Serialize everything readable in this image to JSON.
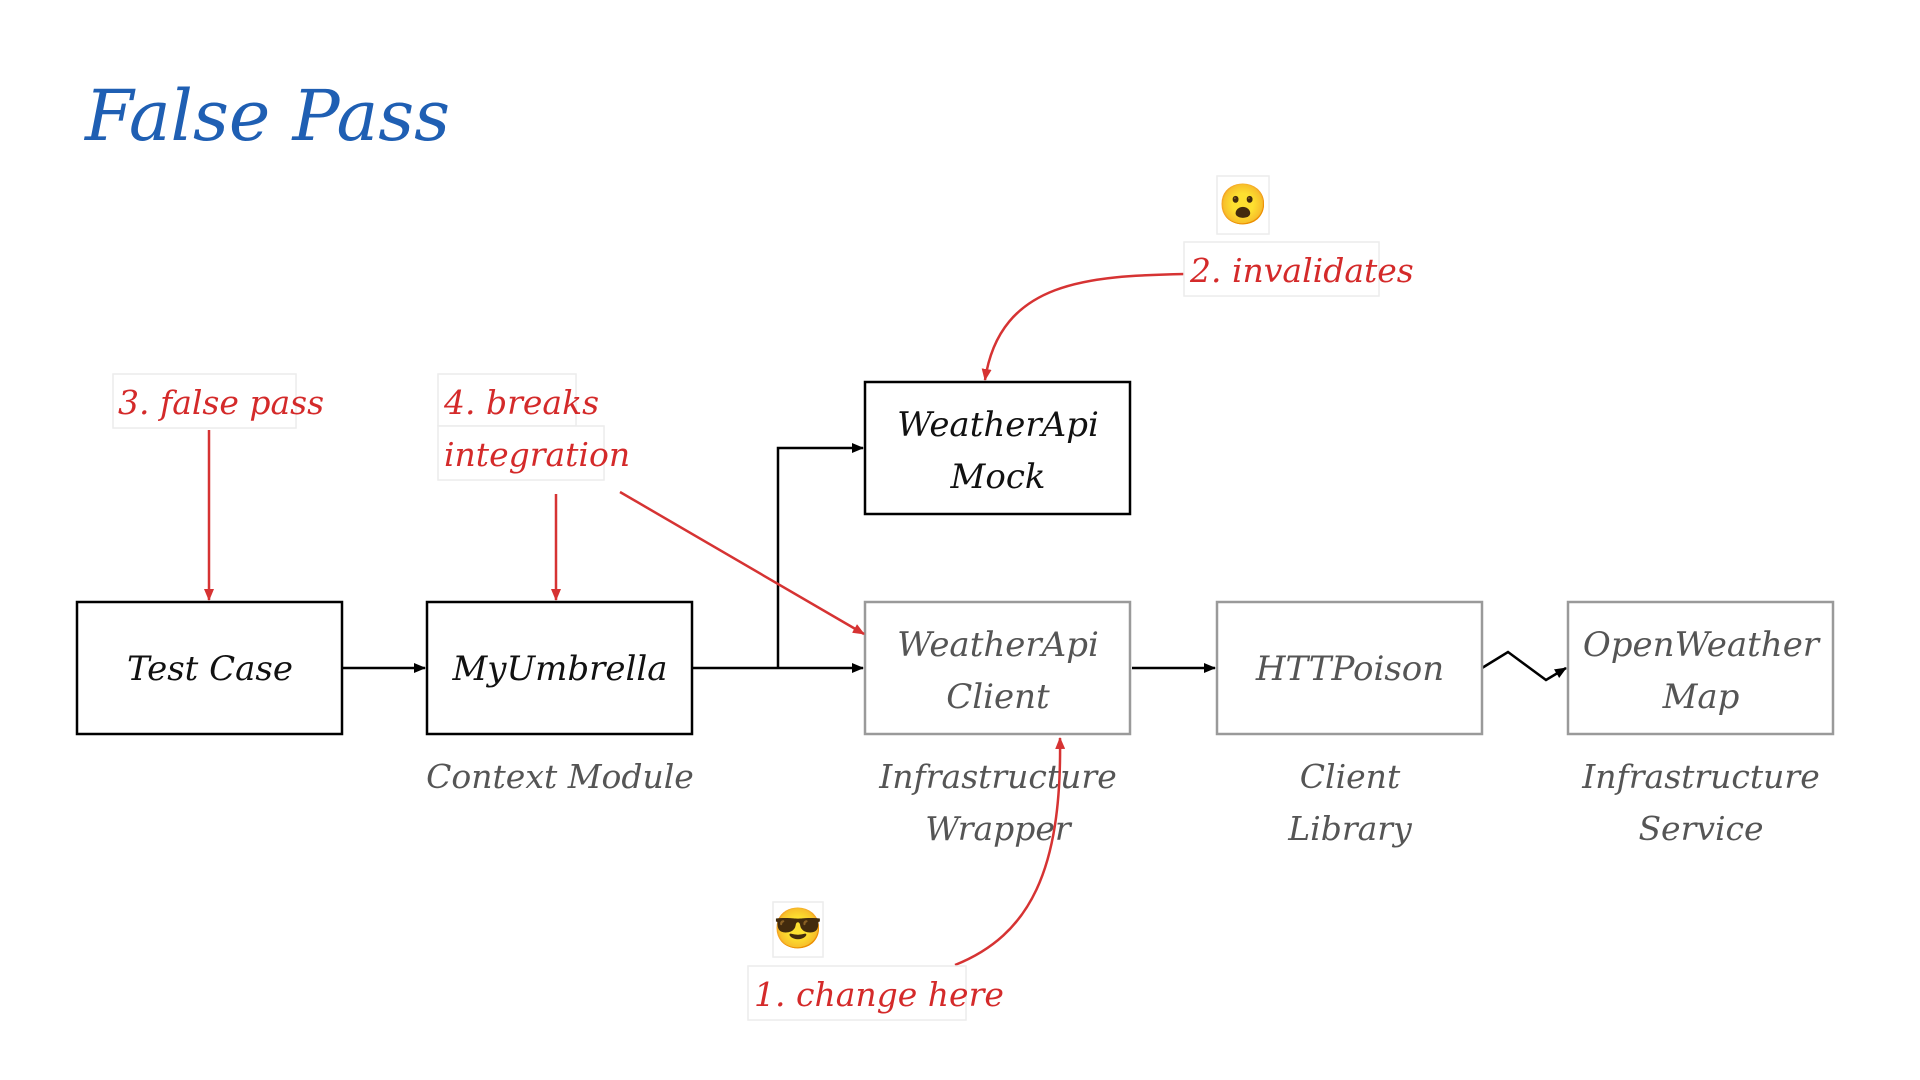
{
  "title": "False Pass",
  "boxes": {
    "test_case": [
      "Test Case"
    ],
    "my_umbrella": [
      "MyUmbrella"
    ],
    "mock": [
      "WeatherApi",
      "Mock"
    ],
    "client": [
      "WeatherApi",
      "Client"
    ],
    "httpoison": [
      "HTTPoison"
    ],
    "openweather": [
      "OpenWeather",
      "Map"
    ]
  },
  "captions": {
    "context_module": [
      "Context Module"
    ],
    "infra_wrapper": [
      "Infrastructure",
      "Wrapper"
    ],
    "client_library": [
      "Client",
      "Library"
    ],
    "infra_service": [
      "Infrastructure",
      "Service"
    ]
  },
  "notes": {
    "change_here": "1. change here",
    "invalidates": "2. invalidates",
    "false_pass": "3. false pass",
    "breaks": [
      "4. breaks",
      "integration"
    ]
  },
  "emojis": {
    "surprised": "😮",
    "cool": "😎"
  },
  "colors": {
    "title": "#1f5fb3",
    "note": "#d42a2a",
    "arrow_red": "#d63333",
    "box_dark": "#000000",
    "box_light": "#9a9a9a"
  }
}
